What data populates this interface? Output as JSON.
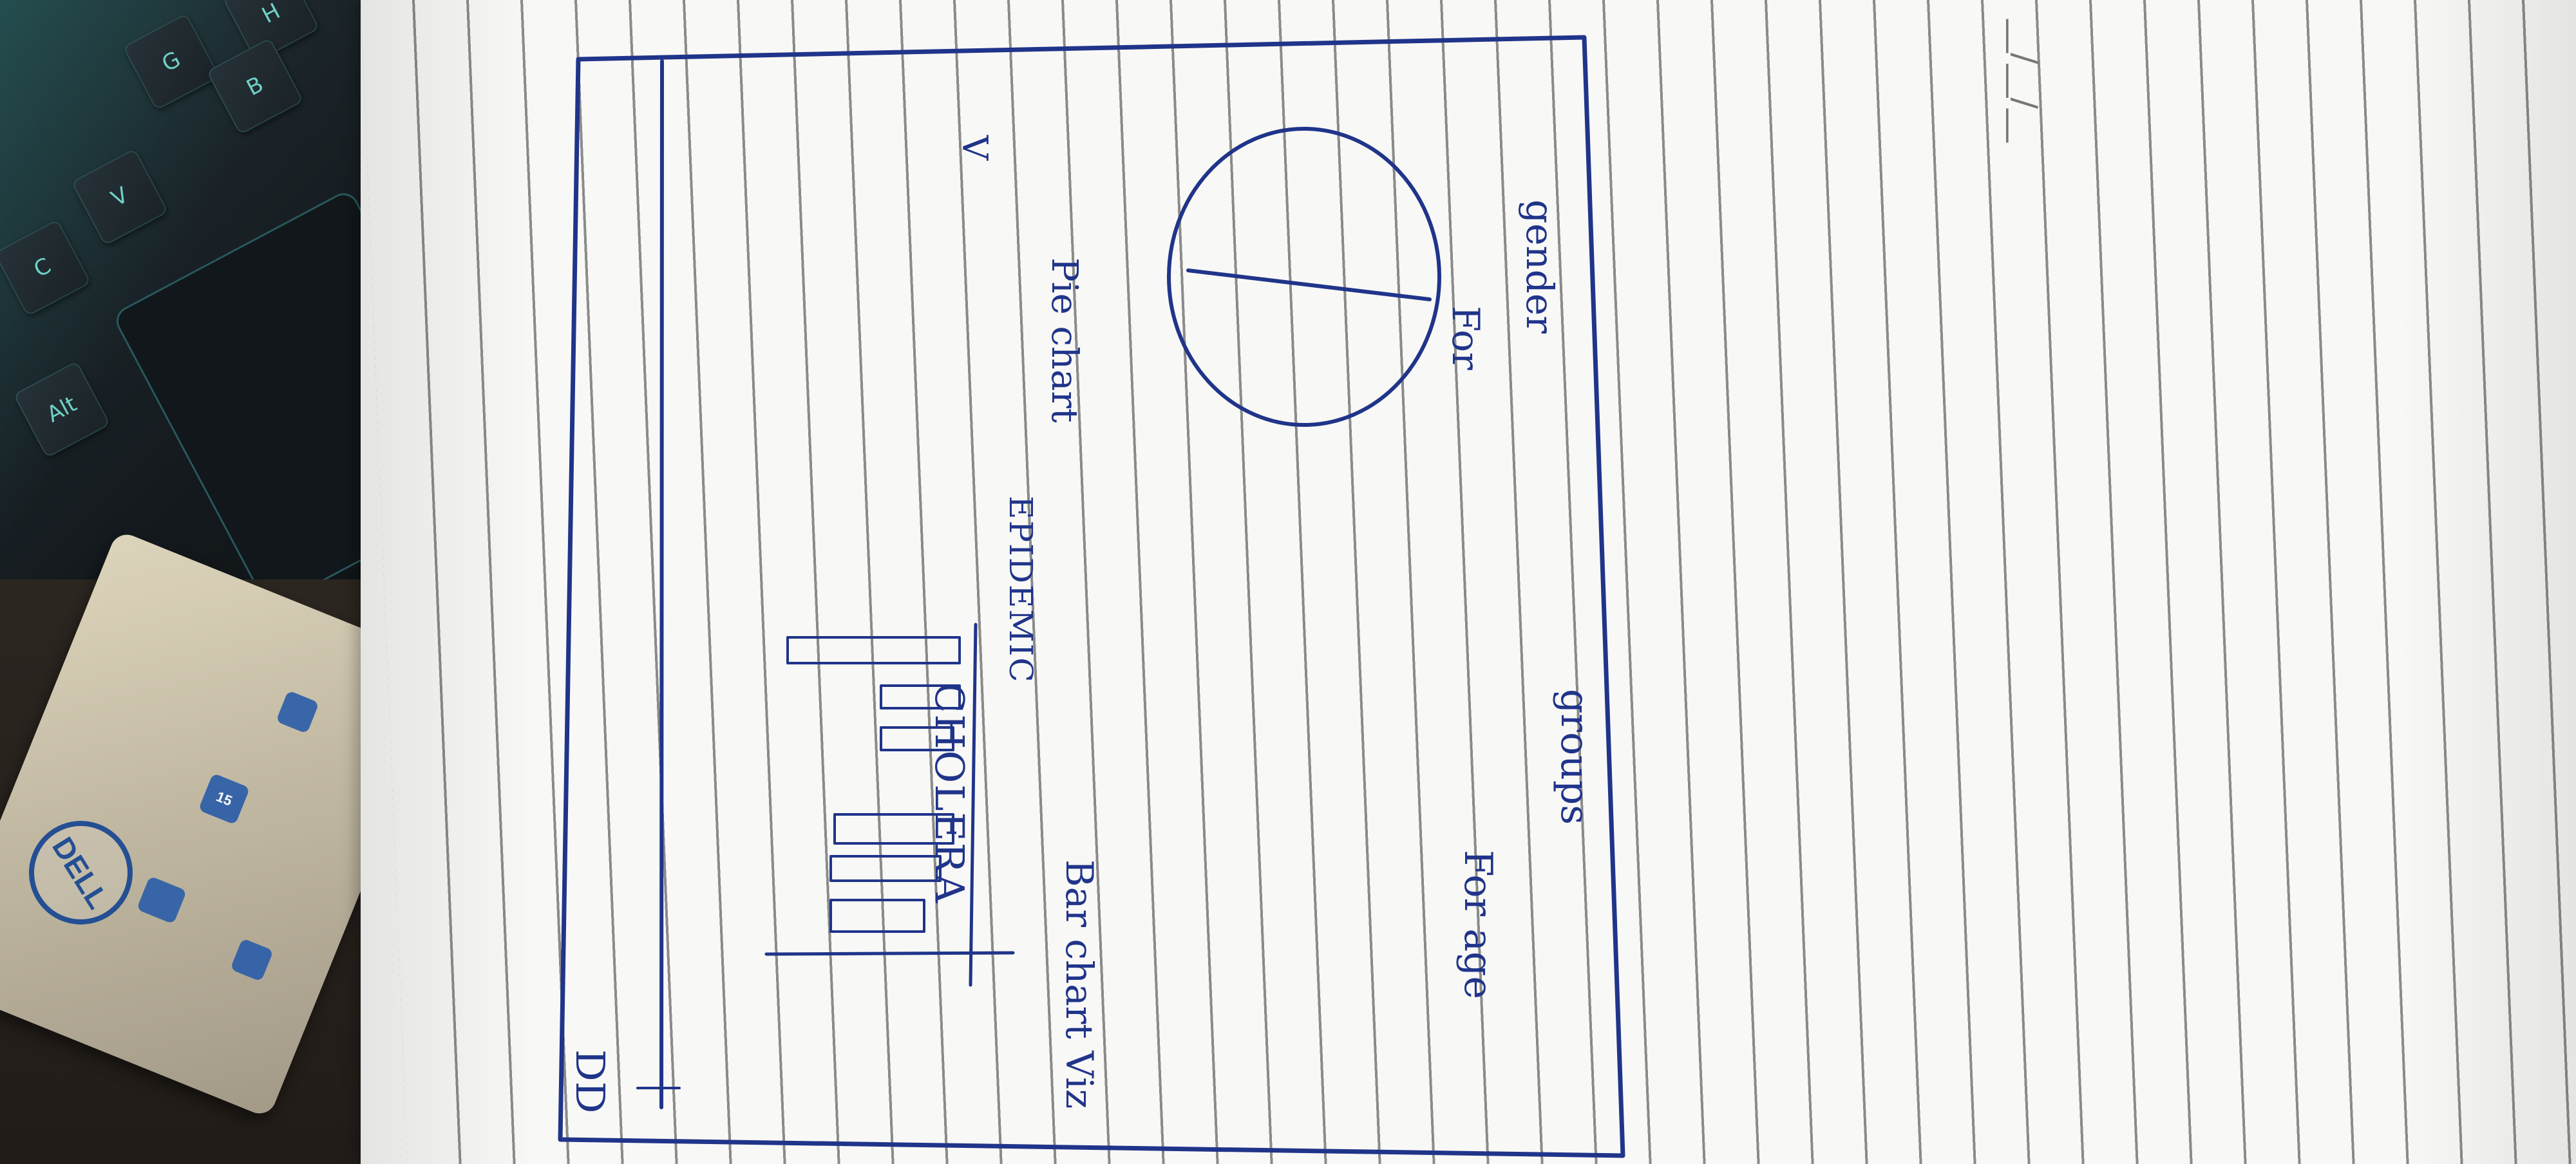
{
  "background_items": {
    "keyboard_keys": [
      "H",
      "G",
      "B",
      "V",
      "C",
      "Alt"
    ],
    "sticker_text": {
      "brand": "DELL",
      "badge_number": "15"
    }
  },
  "notebook": {
    "date_mark": "__/__/__",
    "wireframe": {
      "left_icon_label": "DD",
      "title_main": "CHOLERA",
      "title_sub": "EPIDEMIC",
      "menu_mark": "V",
      "bar_chart_label": "Bar chart Viz",
      "bar_chart_caption_line1": "For age",
      "bar_chart_caption_line2": "groups",
      "pie_chart_label": "Pie chart",
      "pie_chart_caption_line1": "For",
      "pie_chart_caption_line2": "gender"
    }
  },
  "colors": {
    "ink": "#20348a",
    "paper": "#f8f8f6",
    "paper_lines": "#666666",
    "laptop_glow": "#6fd0c7",
    "sticker_blue": "#244f93"
  }
}
